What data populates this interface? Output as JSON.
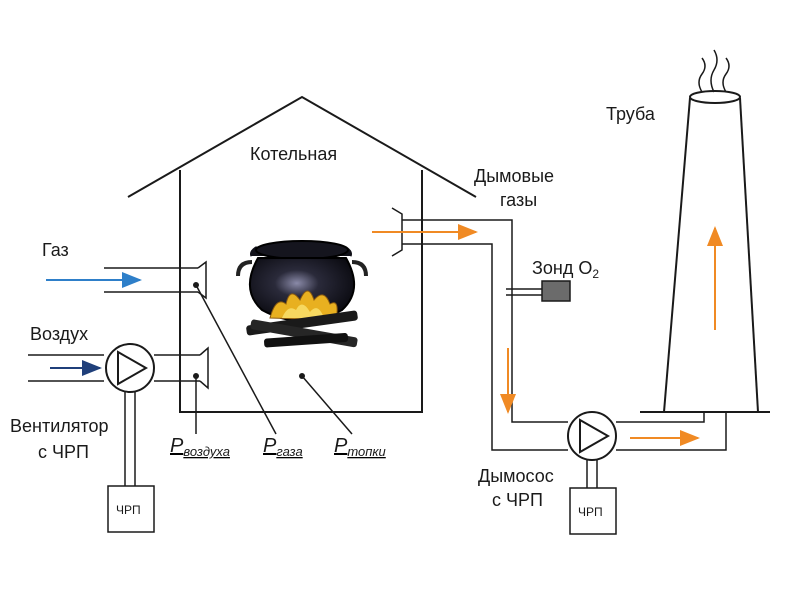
{
  "labels": {
    "boiler_house": "Котельная",
    "gas": "Газ",
    "air": "Воздух",
    "fan_line1": "Вентилятор",
    "fan_line2": "с ЧРП",
    "flue_gases_line1": "Дымовые",
    "flue_gases_line2": "газы",
    "probe": "Зонд О",
    "probe_sub": "2",
    "exhauster_line1": "Дымосос",
    "exhauster_line2": "с ЧРП",
    "stack": "Труба",
    "vfd_left": "ЧРП",
    "vfd_right": "ЧРП"
  },
  "pressures": [
    {
      "main": "P",
      "sub": "воздуха"
    },
    {
      "main": "P",
      "sub": "газа"
    },
    {
      "main": "P",
      "sub": "топки"
    }
  ],
  "colors": {
    "gas_arrow": "#2e7fc9",
    "air_arrow": "#1f3f7a",
    "flue_arrow": "#f08a24",
    "probe_body": "#6b6b6b",
    "pot": "#1a1a22",
    "fire": "#e8b020",
    "line": "#1a1a1a"
  }
}
